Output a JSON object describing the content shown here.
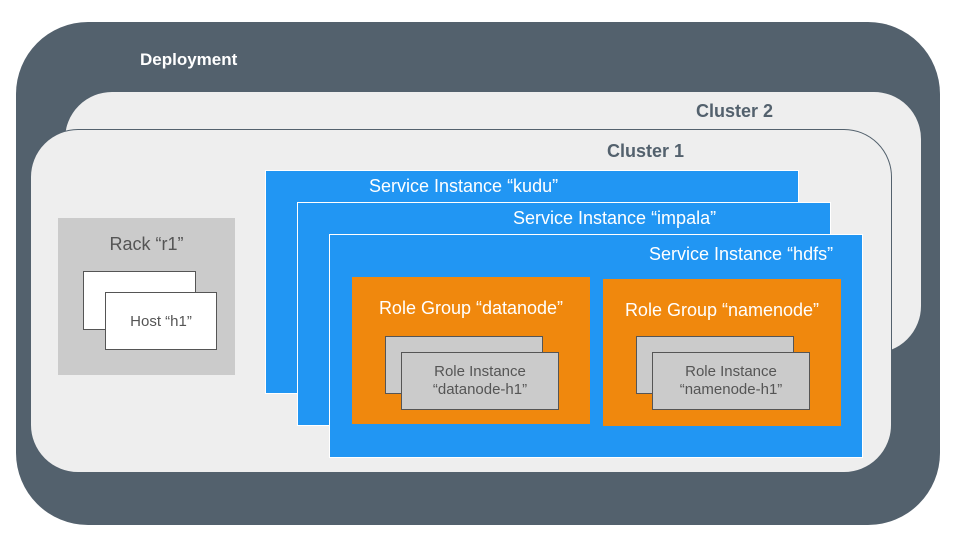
{
  "deployment": {
    "label": "Deployment"
  },
  "clusters": [
    {
      "label": "Cluster 2"
    },
    {
      "label": "Cluster 1"
    }
  ],
  "rack": {
    "label": "Rack “r1”",
    "host": {
      "label": "Host “h1”"
    }
  },
  "services": [
    {
      "label": "Service Instance “kudu”"
    },
    {
      "label": "Service Instance “impala”"
    },
    {
      "label": "Service Instance “hdfs”"
    }
  ],
  "role_groups": [
    {
      "label": "Role Group “datanode”",
      "instance_line1": "Role Instance",
      "instance_line2": "“datanode-h1”"
    },
    {
      "label": "Role Group “namenode”",
      "instance_line1": "Role Instance",
      "instance_line2": "“namenode-h1”"
    }
  ],
  "colors": {
    "deployment": "#53616d",
    "cluster": "#eeeeee",
    "service": "#2196f3",
    "role_group": "#f0880d",
    "rack": "#cbcbcb"
  }
}
